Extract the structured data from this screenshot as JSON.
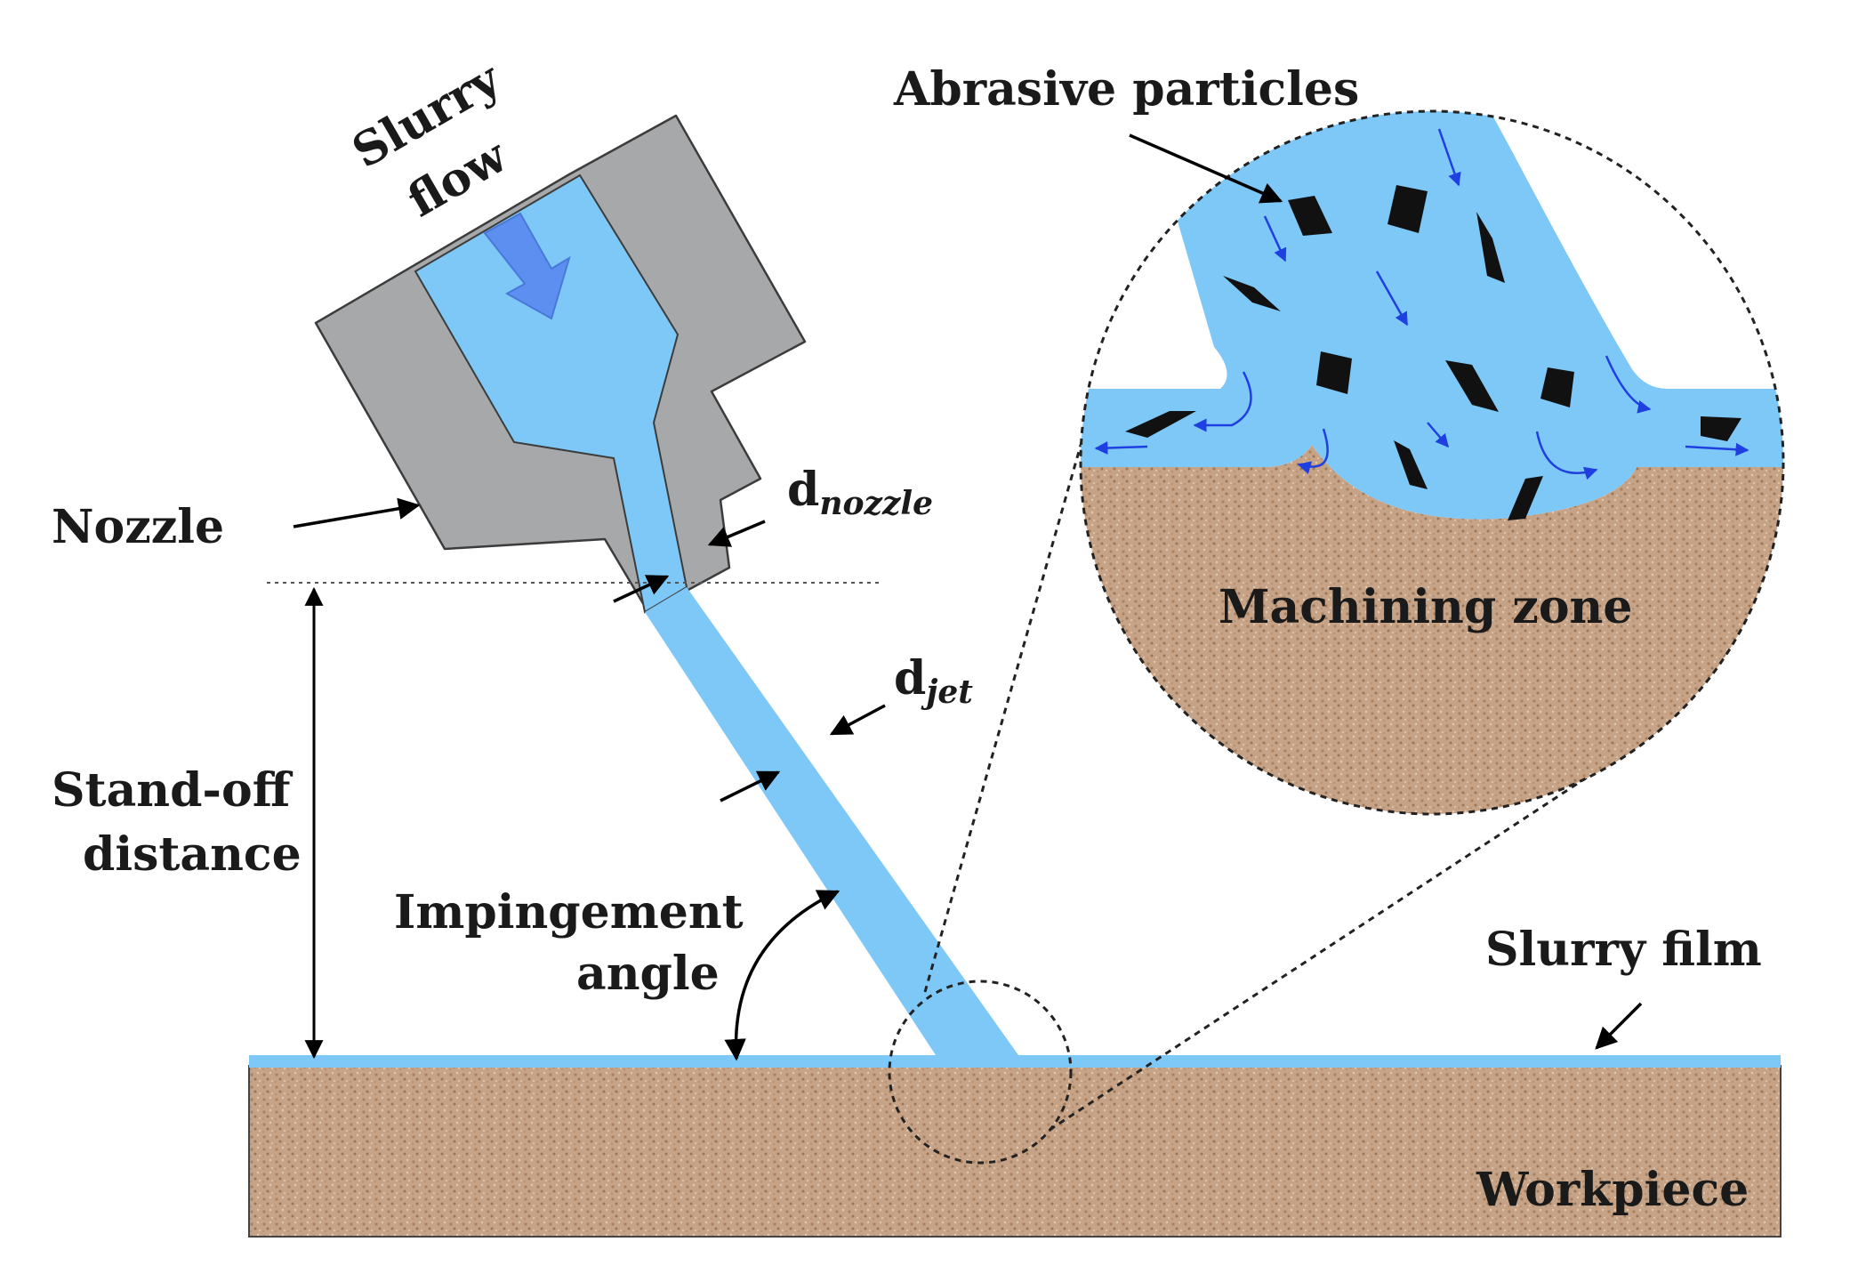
{
  "labels": {
    "slurry_flow_line1": "Slurry",
    "slurry_flow_line2": "flow",
    "nozzle": "Nozzle",
    "d_nozzle_main": "d",
    "d_nozzle_sub": "nozzle",
    "d_jet_main": "d",
    "d_jet_sub": "jet",
    "standoff_line1": "Stand-off",
    "standoff_line2": "distance",
    "impingement_line1": "Impingement",
    "impingement_line2": "angle",
    "abrasive_particles": "Abrasive particles",
    "machining_zone": "Machining zone",
    "slurry_film": "Slurry film",
    "workpiece": "Workpiece"
  },
  "colors": {
    "slurry": "#7ec8f8",
    "slurry_arrow": "#5c8ff0",
    "nozzle": "#a6a8aa",
    "workpiece": "#c4a184",
    "particle": "#111111",
    "flow_arrow": "#1f3fe0"
  }
}
